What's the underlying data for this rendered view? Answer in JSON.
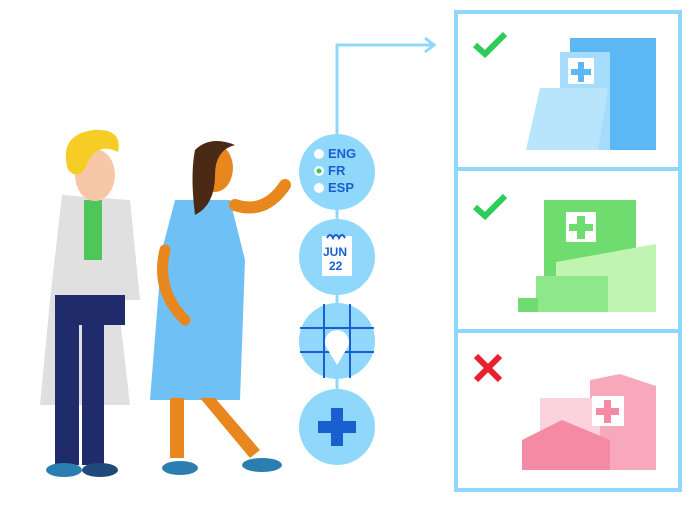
{
  "language_selector": {
    "options": [
      "ENG",
      "FR",
      "ESP"
    ],
    "selected": "FR"
  },
  "calendar": {
    "month": "JUN",
    "day": "22"
  },
  "hospital_options": [
    {
      "status": "check",
      "color": "#5bb8f5"
    },
    {
      "status": "check",
      "color": "#6edc6e"
    },
    {
      "status": "cross",
      "color": "#f48aa3"
    }
  ],
  "colors": {
    "accent": "#8fd8fb",
    "check": "#2ecc5a",
    "cross": "#e8202a",
    "text": "#1a5fd0"
  }
}
